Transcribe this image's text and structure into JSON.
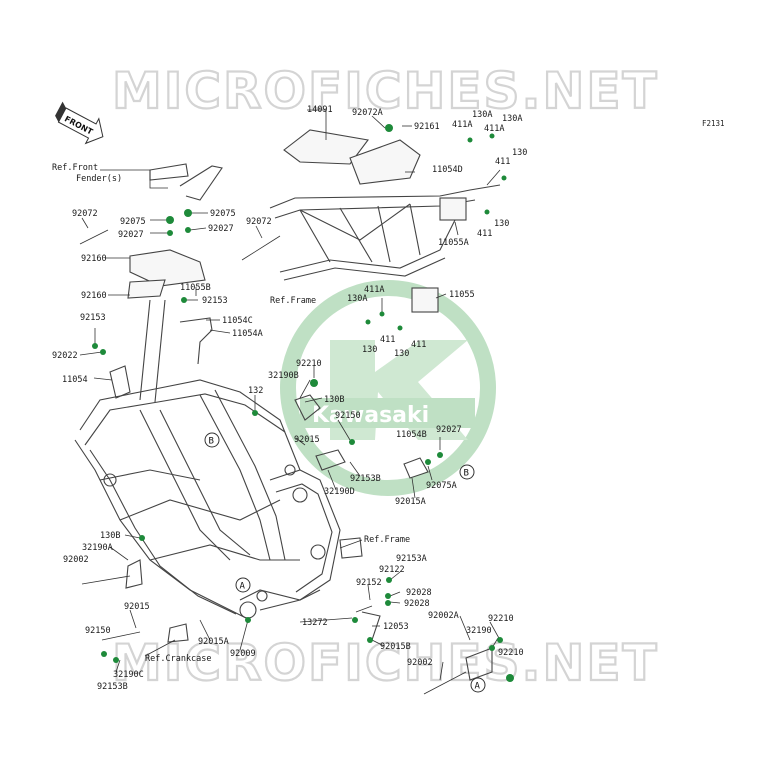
{
  "watermark": "MICROFICHES.NET",
  "figure_code": "F2131",
  "front_badge": "FRONT",
  "logo_text": "Kawasaki",
  "markers": [
    "A",
    "B"
  ],
  "references": {
    "front_fender": "Ref.Front",
    "front_fender_2": "Fender(s)",
    "frame_top": "Ref.Frame",
    "frame_right": "Ref.Frame",
    "crankcase": "Ref.Crankcase"
  },
  "parts": {
    "p14091": "14091",
    "p92072a": "92072A",
    "p92161": "92161",
    "p411a_1": "411A",
    "p130a_1": "130A",
    "p411a_2": "411A",
    "p130a_2": "130A",
    "p130_1": "130",
    "p411_1": "411",
    "p11054d": "11054D",
    "p130_2": "130",
    "p411_2": "411",
    "p11055a": "11055A",
    "p92072_l": "92072",
    "p92075_1": "92075",
    "p92075_2": "92075",
    "p92027_1": "92027",
    "p92027_2": "92027",
    "p92072_m": "92072",
    "p92160_1": "92160",
    "p11055b": "11055B",
    "p92160_2": "92160",
    "p92153_1": "92153",
    "p411a_3": "411A",
    "p130a_3": "130A",
    "p11055": "11055",
    "p92153_2": "92153",
    "p11054c": "11054C",
    "p11054a": "11054A",
    "p130_3": "130",
    "p411_3": "411",
    "p130_4": "130",
    "p411_4": "411",
    "p92022": "92022",
    "p92210_1": "92210",
    "p32190b": "32190B",
    "p11054": "11054",
    "p132": "132",
    "p130b_1": "130B",
    "p92150_1": "92150",
    "p11054b": "11054B",
    "p92027_3": "92027",
    "p92015_1": "92015",
    "p92153b_1": "92153B",
    "p92075a": "92075A",
    "p32190d": "32190D",
    "p92015a_1": "92015A",
    "p130b_2": "130B",
    "p32190a": "32190A",
    "p92002_1": "92002",
    "p92153a": "92153A",
    "p92122": "92122",
    "p92152": "92152",
    "p92028_1": "92028",
    "p92028_2": "92028",
    "p92015_2": "92015",
    "p13272": "13272",
    "p12053": "12053",
    "p92002a": "92002A",
    "p92210_2": "92210",
    "p92150_2": "92150",
    "p32190": "32190",
    "p92015a_2": "92015A",
    "p92009": "92009",
    "p92015b": "92015B",
    "p92210_3": "92210",
    "p92002_2": "92002",
    "p32190c": "32190C",
    "p92153b_2": "92153B"
  },
  "colors": {
    "dot": "#1e8a3a",
    "logo": "#bfe0c4",
    "watermark": "#d4d4d4"
  }
}
